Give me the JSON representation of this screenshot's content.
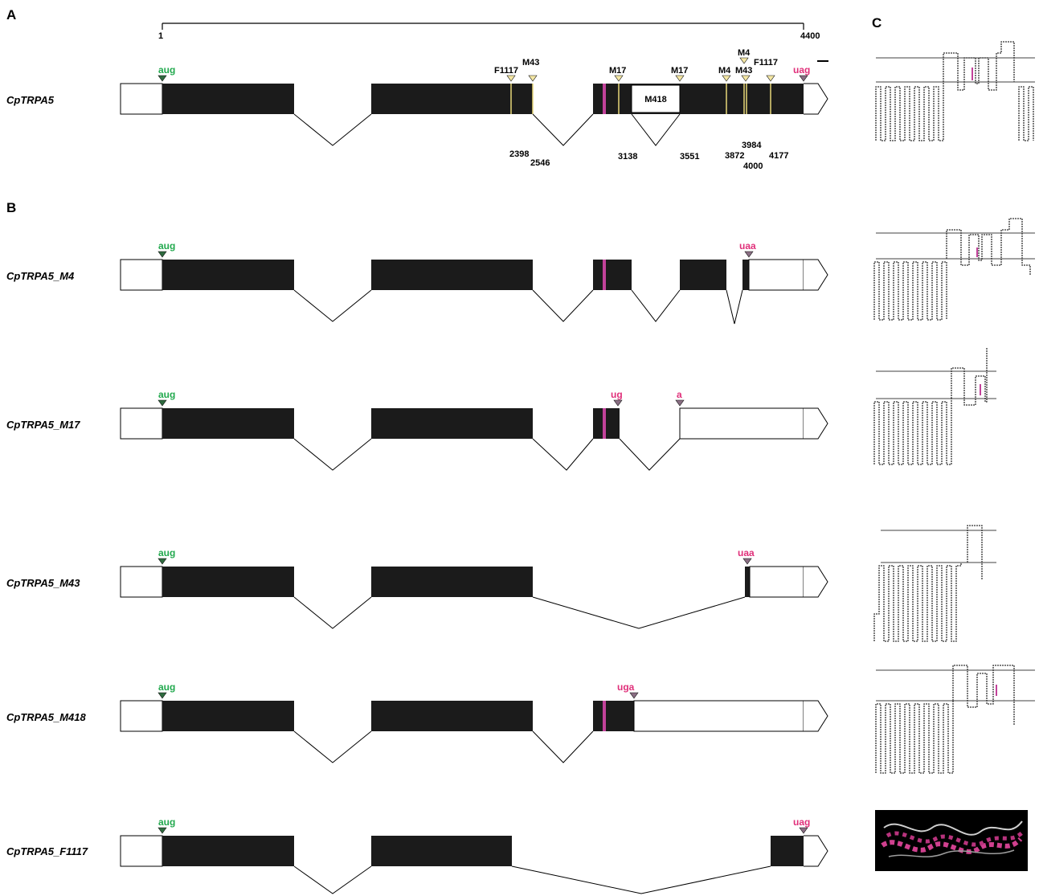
{
  "panel_labels": {
    "a": "A",
    "b": "B",
    "c": "C"
  },
  "scale": {
    "start": "1",
    "end": "4400"
  },
  "colors": {
    "exon": "#1b1b1b",
    "start_codon": "#22a94e",
    "stop_codon": "#e0307a",
    "magenta": "#c2429a",
    "splice_mark": "#e8d879"
  },
  "reference": {
    "name": "CpTRPA5",
    "start_codon": "aug",
    "stop_codon": "uag",
    "markers": [
      "F1117",
      "M43",
      "M17",
      "M17",
      "M4",
      "M43",
      "M4",
      "F1117"
    ],
    "insert_label": "M418",
    "positions": [
      "2398",
      "2546",
      "3138",
      "3551",
      "3984",
      "3872",
      "4000",
      "4177"
    ]
  },
  "isoforms": [
    {
      "name": "CpTRPA5_M4",
      "start_codon": "aug",
      "stop_codon": "uaa"
    },
    {
      "name": "CpTRPA5_M17",
      "start_codon": "aug",
      "stop_codon_a": "ug",
      "stop_codon_b": "a"
    },
    {
      "name": "CpTRPA5_M43",
      "start_codon": "aug",
      "stop_codon": "uaa"
    },
    {
      "name": "CpTRPA5_M418",
      "start_codon": "aug",
      "stop_codon": "uga"
    },
    {
      "name": "CpTRPA5_F1117",
      "start_codon": "aug",
      "stop_codon": "uag"
    }
  ],
  "topology_icons": [
    "membrane-topology-icon",
    "protein-structure-icon"
  ]
}
